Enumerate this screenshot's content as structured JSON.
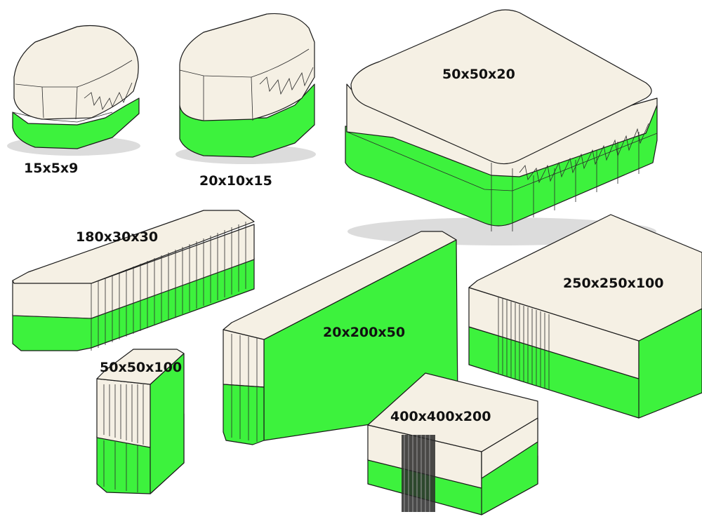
{
  "colors": {
    "lid": "#f5f0e4",
    "lid_side": "#ece7da",
    "base": "#3df23d",
    "base_dark": "#2fd62f",
    "edge": "#1a1a1a",
    "shadow": "#dcdcdc"
  },
  "boxes": [
    {
      "id": "box-15x5x9",
      "label": "15x5x9"
    },
    {
      "id": "box-20x10x15",
      "label": "20x10x15"
    },
    {
      "id": "box-50x50x20",
      "label": "50x50x20"
    },
    {
      "id": "box-180x30x30",
      "label": "180x30x30"
    },
    {
      "id": "box-20x200x50",
      "label": "20x200x50"
    },
    {
      "id": "box-250x250x100",
      "label": "250x250x100"
    },
    {
      "id": "box-50x50x100",
      "label": "50x50x100"
    },
    {
      "id": "box-400x400x200",
      "label": "400x400x200"
    }
  ]
}
